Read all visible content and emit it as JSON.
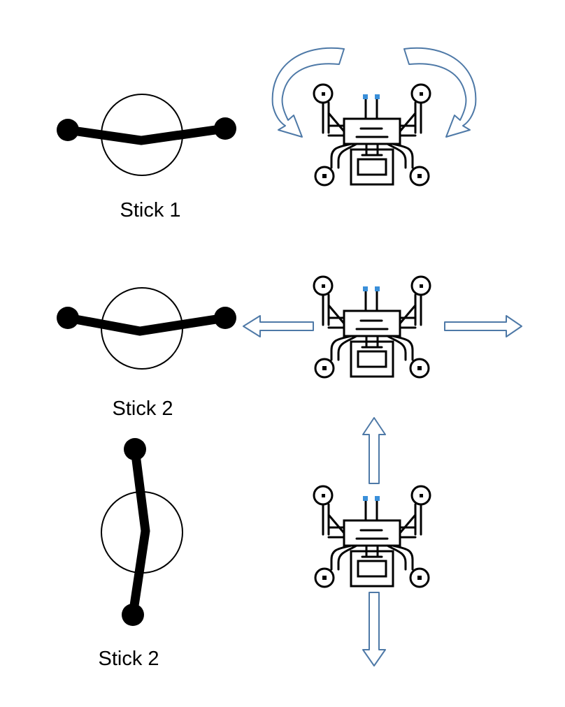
{
  "colors": {
    "arrow_stroke": "#4e79a7",
    "sensor": "#3a8fd9",
    "ink": "#000000"
  },
  "rows": [
    {
      "stick_label": "Stick 1",
      "drone_motion": "rotate (curved arrows on both sides)"
    },
    {
      "stick_label": "Stick 2",
      "drone_motion": "move left / move right"
    },
    {
      "stick_label": "Stick 2",
      "drone_motion": "move forward / move backward"
    }
  ],
  "icons": [
    "joystick-icon",
    "drone-icon",
    "curved-arrow-icon",
    "straight-arrow-icon"
  ]
}
